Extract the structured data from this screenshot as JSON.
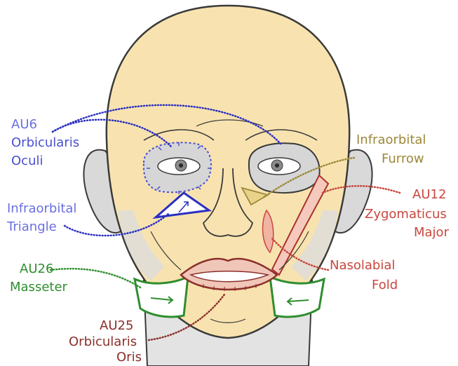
{
  "labels": {
    "au6": {
      "code": "AU6",
      "muscle_line1": "Orbicularis",
      "muscle_line2": "Oculi"
    },
    "triangle": {
      "line1": "Infraorbital",
      "line2": "Triangle"
    },
    "furrow": {
      "line1": "Infraorbital",
      "line2": "Furrow"
    },
    "au12": {
      "code": "AU12",
      "muscle_line1": "Zygomaticus",
      "muscle_line2": "Major"
    },
    "fold": {
      "line1": "Nasolabial",
      "line2": "Fold"
    },
    "au26": {
      "code": "AU26",
      "muscle": "Masseter"
    },
    "au25": {
      "code": "AU25",
      "muscle_line1": "Orbicularis",
      "muscle_line2": "Oris"
    }
  },
  "colors": {
    "skin": "#f8e3b0",
    "outline": "#3a3a3a",
    "orbicularis_oculi": "#4a4fd0",
    "furrow": "#9c8838",
    "zygomaticus": "#c8473f",
    "masseter": "#2e8e2e",
    "orbicularis_oris": "#8b2f2a"
  }
}
